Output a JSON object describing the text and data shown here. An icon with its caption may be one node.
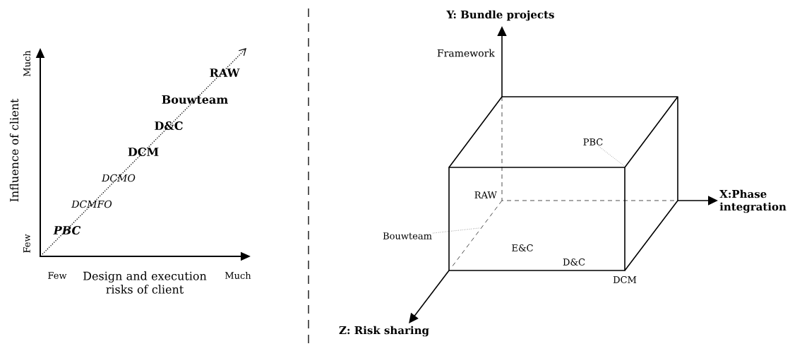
{
  "diagram": {
    "nodes": [
      {
        "text": [
          "PBC"
        ]
      },
      {
        "text": [
          "Bouwteam"
        ]
      },
      {
        "text": [],
        "shape": "box"
      }
    ],
    "edges": [
      {
        "from": 0,
        "to": 2,
        "arrow": "none"
      },
      {
        "from": 1,
        "to": 2,
        "arrow": "none"
      }
    ],
    "labels": [
      "Much",
      "Influence of client",
      "Few",
      "Few",
      "Design and execution risks of client",
      "Much",
      "PBC",
      "DCMFO",
      "DCMO",
      "DCM",
      "D&C",
      "Bouwteam",
      "RAW",
      "Y: Bundle projects",
      "Framework",
      "RAW",
      "X:Phase integration",
      "E&C",
      "D&C",
      "DCM",
      "Z: Risk sharing"
    ]
  }
}
